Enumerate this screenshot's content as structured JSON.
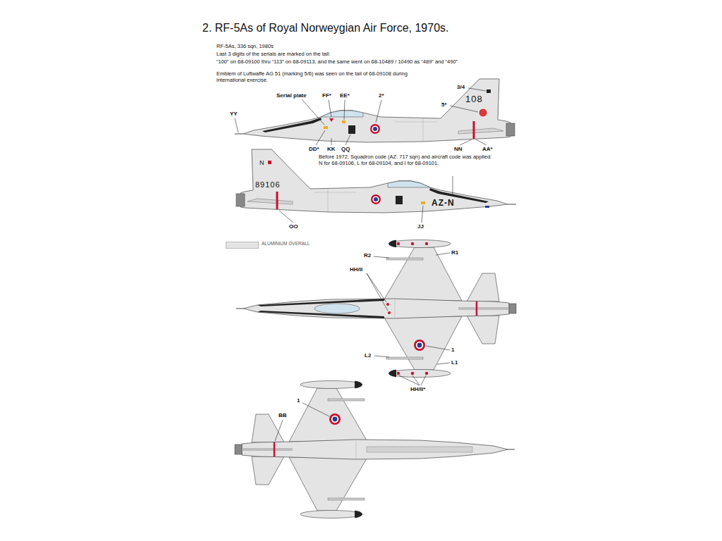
{
  "diagram": {
    "title": "2. RF-5As of Royal Norweygian Air Force, 1970s.",
    "labels": [
      "RF-5As, 336 sqn, 1980s",
      "Last 3 digits of the serials are marked on the tail:",
      "“100” on 68-09100 thru “113” on 68-09113, and the same went on 68-10489 / 10490 as “489” and “490”",
      "Emblem of Luftwaffe AG 51 (marking 5/6) was seen on the tail of 68-09108 during international exercise.",
      "Serial plate",
      "FF*",
      "EE*",
      "2*",
      "3/4",
      "YY",
      "108",
      "5*",
      "DD*",
      "KK",
      "QQ",
      "NN",
      "AA*",
      "Before 1972, Squadron code (AZ: 717 sqn) and aircraft code was applied: N for 68-09106, L for 68-09104, and I for 68-09101.",
      "N",
      "89106",
      "AZ-N",
      "OO",
      "JJ",
      "R1",
      "R2",
      "HH/II",
      "L2",
      "1",
      "L1",
      "HH/II*",
      "1",
      "BB"
    ],
    "legend": [
      {
        "text": "ALUMINIUM OVERALL",
        "color": "#e4e4e4"
      }
    ]
  }
}
